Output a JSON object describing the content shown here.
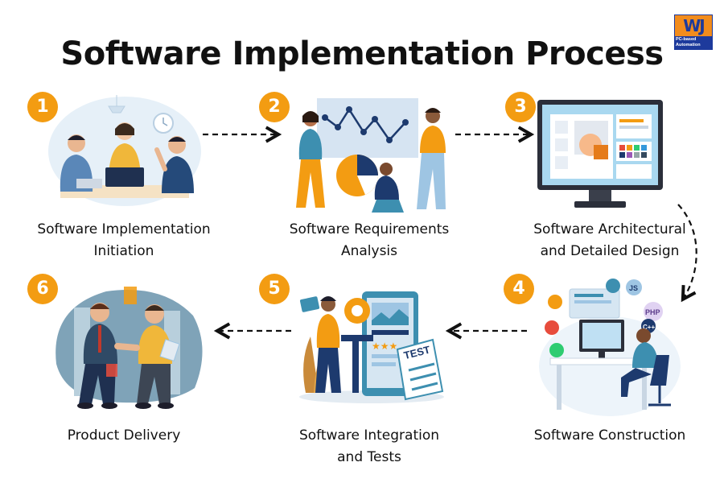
{
  "title": "Software Implementation Process",
  "logo": {
    "mark": "WJ",
    "subtitle": "PC-based Automation"
  },
  "steps": [
    {
      "number": "1",
      "label_line1": "Software Implementation",
      "label_line2": "Initiation"
    },
    {
      "number": "2",
      "label_line1": "Software Requirements",
      "label_line2": "Analysis"
    },
    {
      "number": "3",
      "label_line1": "Software Architectural",
      "label_line2": "and Detailed Design"
    },
    {
      "number": "4",
      "label_line1": "Software Construction",
      "label_line2": ""
    },
    {
      "number": "5",
      "label_line1": "Software Integration",
      "label_line2": "and Tests"
    },
    {
      "number": "6",
      "label_line1": "Product Delivery",
      "label_line2": ""
    }
  ],
  "illustration_text": {
    "test_tag": "TEST",
    "lang_js": "JS",
    "lang_php": "PHP",
    "lang_cpp": "C++"
  },
  "colors": {
    "accent": "#f39c12",
    "navy": "#1d3a6e",
    "teal": "#3d8fb0",
    "light_blue": "#d6e6f2"
  },
  "icons": [
    "meeting-illustration",
    "analysis-illustration",
    "design-monitor-illustration",
    "coding-desk-illustration",
    "testing-illustration",
    "handshake-illustration"
  ]
}
